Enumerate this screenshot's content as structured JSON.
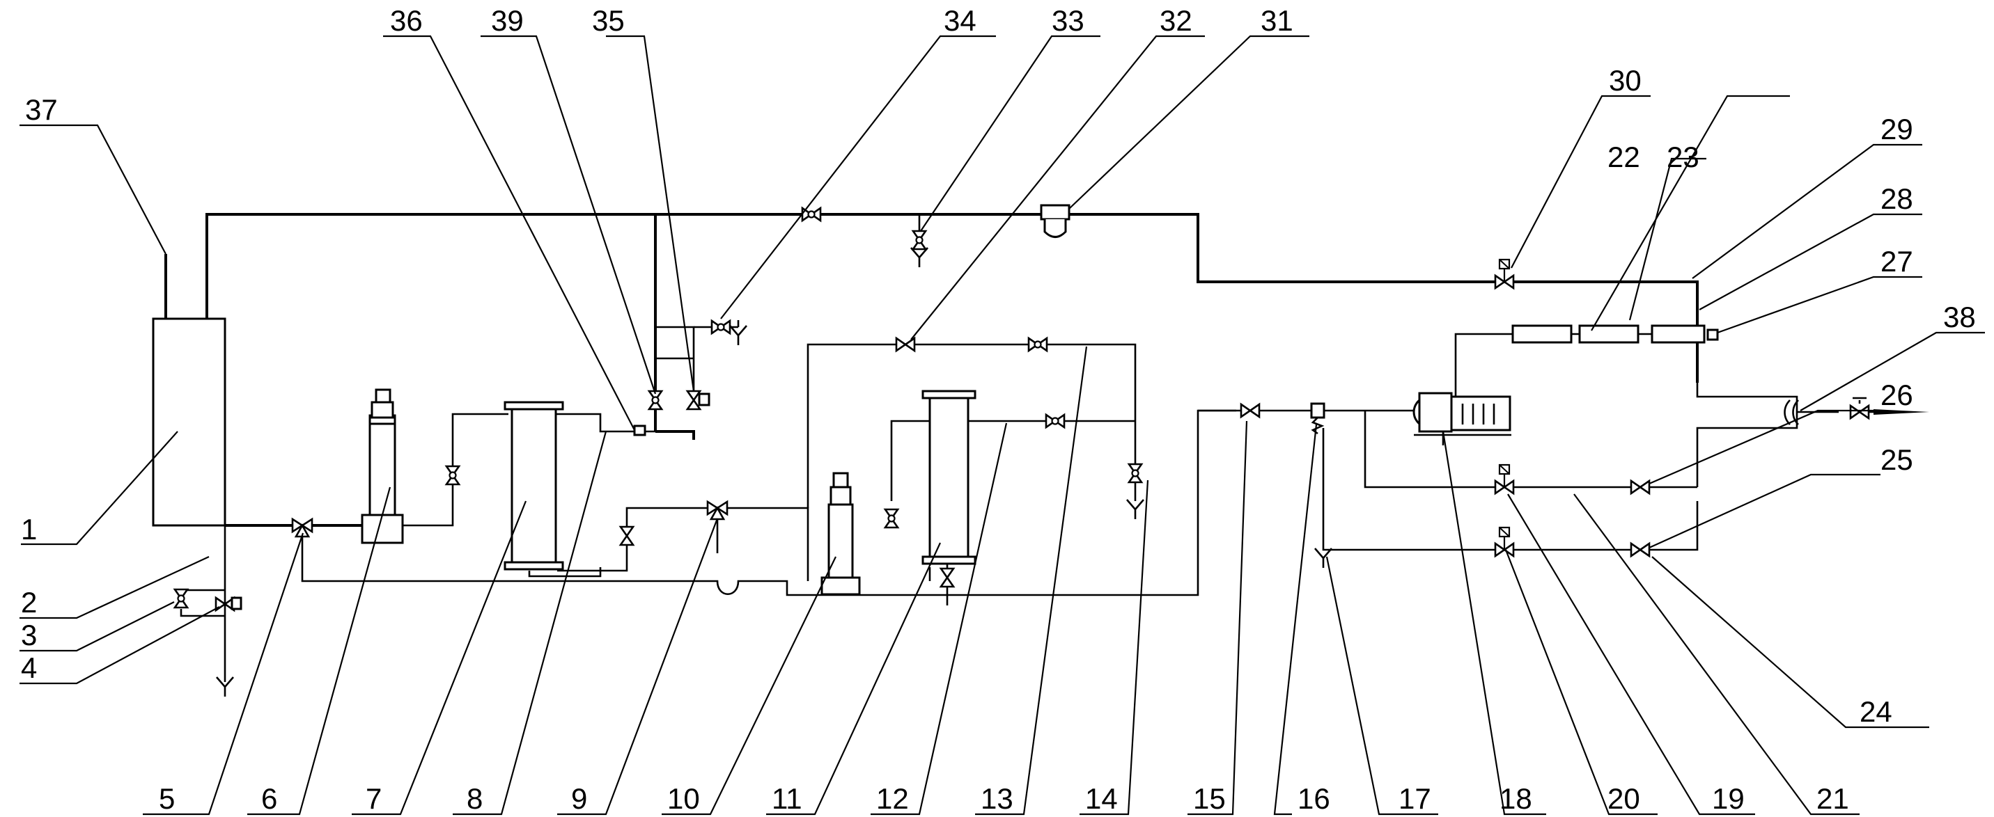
{
  "callouts": [
    {
      "n": "1",
      "label": "1"
    },
    {
      "n": "2",
      "label": "2"
    },
    {
      "n": "3",
      "label": "3"
    },
    {
      "n": "4",
      "label": "4"
    },
    {
      "n": "5",
      "label": "5"
    },
    {
      "n": "6",
      "label": "6"
    },
    {
      "n": "7",
      "label": "7"
    },
    {
      "n": "8",
      "label": "8"
    },
    {
      "n": "9",
      "label": "9"
    },
    {
      "n": "10",
      "label": "10"
    },
    {
      "n": "11",
      "label": "11"
    },
    {
      "n": "12",
      "label": "12"
    },
    {
      "n": "13",
      "label": "13"
    },
    {
      "n": "14",
      "label": "14"
    },
    {
      "n": "15",
      "label": "15"
    },
    {
      "n": "16",
      "label": "16"
    },
    {
      "n": "17",
      "label": "17"
    },
    {
      "n": "18",
      "label": "18"
    },
    {
      "n": "19",
      "label": "19"
    },
    {
      "n": "20",
      "label": "20"
    },
    {
      "n": "21",
      "label": "21"
    },
    {
      "n": "22",
      "label": "22"
    },
    {
      "n": "23",
      "label": "23"
    },
    {
      "n": "24",
      "label": "24"
    },
    {
      "n": "25",
      "label": "25"
    },
    {
      "n": "26",
      "label": "26"
    },
    {
      "n": "27",
      "label": "27"
    },
    {
      "n": "28",
      "label": "28"
    },
    {
      "n": "29",
      "label": "29"
    },
    {
      "n": "30",
      "label": "30"
    },
    {
      "n": "31",
      "label": "31"
    },
    {
      "n": "32",
      "label": "32"
    },
    {
      "n": "33",
      "label": "33"
    },
    {
      "n": "34",
      "label": "34"
    },
    {
      "n": "35",
      "label": "35"
    },
    {
      "n": "36",
      "label": "36"
    },
    {
      "n": "37",
      "label": "37"
    },
    {
      "n": "38",
      "label": "38"
    },
    {
      "n": "39",
      "label": "39"
    }
  ]
}
